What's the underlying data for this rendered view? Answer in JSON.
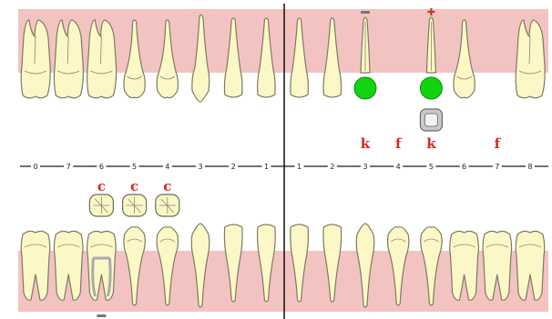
{
  "colors": {
    "gum": "#f3c3c2",
    "tooth": "#fbf7c6",
    "outline": "#7d7a63",
    "marker_green": "#11d411",
    "code_red": "#d8281f",
    "implant_gray": "#aaaaaa",
    "marker_dark_gray": "#777777",
    "marker_red": "#c0392b"
  },
  "scale": {
    "numbers": [
      "0",
      "7",
      "6",
      "5",
      "4",
      "3",
      "2",
      "1",
      "1",
      "2",
      "3",
      "4",
      "5",
      "6",
      "7",
      "8"
    ]
  },
  "upper_codes": [
    {
      "slot": 10,
      "text": "k"
    },
    {
      "slot": 11,
      "text": "f"
    },
    {
      "slot": 12,
      "text": "k"
    },
    {
      "slot": 14,
      "text": "f"
    }
  ],
  "lower_codes": [
    {
      "slot": 2,
      "text": "c"
    },
    {
      "slot": 3,
      "text": "c"
    },
    {
      "slot": 4,
      "text": "c"
    }
  ],
  "upper_teeth": [
    {
      "slot": 0,
      "type": "molar"
    },
    {
      "slot": 1,
      "type": "molar"
    },
    {
      "slot": 2,
      "type": "molar"
    },
    {
      "slot": 3,
      "type": "premolar"
    },
    {
      "slot": 4,
      "type": "premolar"
    },
    {
      "slot": 5,
      "type": "canine"
    },
    {
      "slot": 6,
      "type": "incisor"
    },
    {
      "slot": 7,
      "type": "incisor"
    },
    {
      "slot": 8,
      "type": "incisor"
    },
    {
      "slot": 9,
      "type": "incisor"
    },
    {
      "slot": 10,
      "type": "root-filled"
    },
    {
      "slot": 12,
      "type": "root-filled"
    },
    {
      "slot": 13,
      "type": "premolar"
    },
    {
      "slot": 15,
      "type": "molar"
    }
  ],
  "lower_teeth": [
    {
      "slot": 0,
      "type": "molar"
    },
    {
      "slot": 1,
      "type": "molar"
    },
    {
      "slot": 2,
      "type": "molar-implant"
    },
    {
      "slot": 3,
      "type": "premolar"
    },
    {
      "slot": 4,
      "type": "premolar"
    },
    {
      "slot": 5,
      "type": "canine"
    },
    {
      "slot": 6,
      "type": "incisor"
    },
    {
      "slot": 7,
      "type": "incisor"
    },
    {
      "slot": 8,
      "type": "incisor"
    },
    {
      "slot": 9,
      "type": "incisor"
    },
    {
      "slot": 10,
      "type": "canine"
    },
    {
      "slot": 11,
      "type": "premolar"
    },
    {
      "slot": 12,
      "type": "premolar"
    },
    {
      "slot": 13,
      "type": "molar"
    },
    {
      "slot": 14,
      "type": "molar"
    },
    {
      "slot": 15,
      "type": "molar"
    }
  ],
  "green_markers": [
    10,
    12
  ],
  "implant_marker_slot": 12,
  "crown_icons": [
    2,
    3,
    4
  ],
  "top_markers": [
    {
      "slot": 10,
      "kind": "bar"
    },
    {
      "slot": 12,
      "kind": "cross"
    }
  ],
  "bottom_markers": [
    {
      "slot": 2,
      "kind": "bar"
    }
  ]
}
